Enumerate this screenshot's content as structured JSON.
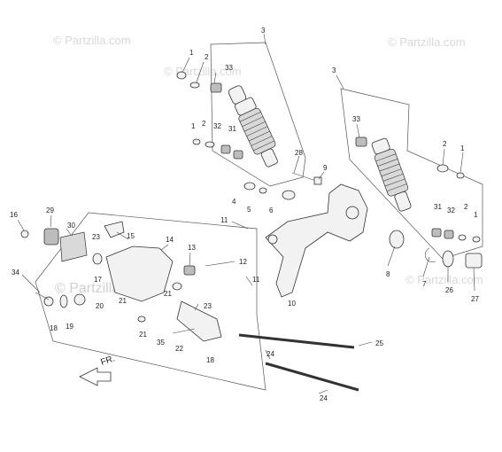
{
  "watermarks": [
    "© Partzilla.com",
    "© Partzilla.com",
    "© Partzilla.com",
    "© Partzilla.com"
  ],
  "watermark_center": "© Partzilla.com",
  "direction_label": "FR.",
  "callouts": {
    "c1a": "1",
    "c2a": "2",
    "c3a": "3",
    "c33a": "33",
    "c1b": "1",
    "c2b": "2",
    "c32a": "32",
    "c31a": "31",
    "c3b": "3",
    "c33b": "33",
    "c2c": "2",
    "c1c": "1",
    "c31b": "31",
    "c32b": "32",
    "c2d": "2",
    "c1d": "1",
    "c28": "28",
    "c9": "9",
    "c4": "4",
    "c5": "5",
    "c11a": "11",
    "c6": "6",
    "c12": "12",
    "c11b": "11",
    "c10": "10",
    "c8": "8",
    "c7": "7",
    "c26": "26",
    "c27": "27",
    "c16": "16",
    "c29": "29",
    "c30": "30",
    "c23a": "23",
    "c15": "15",
    "c14": "14",
    "c13": "13",
    "c34": "34",
    "c17": "17",
    "c21a": "21",
    "c20": "20",
    "c21b": "21",
    "c23b": "23",
    "c18a": "18",
    "c19": "19",
    "c21c": "21",
    "c35": "35",
    "c22": "22",
    "c18b": "18",
    "c25": "25",
    "c24a": "24",
    "c24b": "24"
  }
}
